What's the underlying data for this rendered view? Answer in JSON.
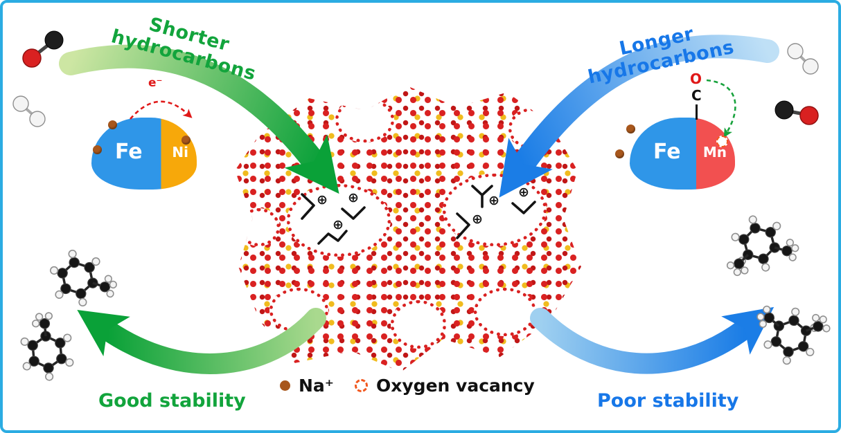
{
  "headlines": {
    "shorter": "Shorter hydrocarbons",
    "longer": "Longer hydrocarbons"
  },
  "particles": {
    "left": {
      "metal": "Fe",
      "promoter": "Ni",
      "electron_label": "e⁻"
    },
    "right": {
      "metal": "Fe",
      "promoter": "Mn",
      "co_oxygen": "O",
      "co_carbon": "C"
    }
  },
  "stability": {
    "good": "Good stability",
    "poor": "Poor stability"
  },
  "legend": {
    "sodium": "Na⁺",
    "oxygen_vacancy": "Oxygen vacancy"
  },
  "symbols": {
    "carbocation": "⊕"
  },
  "colors": {
    "border": "#2BACE2",
    "green": "#12A43C",
    "blue": "#1777E8",
    "framework_red": "#D92121",
    "framework_yellow": "#F0BB1E",
    "sodium_brown": "#A8571C",
    "vacancy_orange": "#F2571E",
    "iron_blue": "#2F96E8",
    "nickel_yellow": "#F7A80A",
    "manganese_red": "#F25050"
  }
}
